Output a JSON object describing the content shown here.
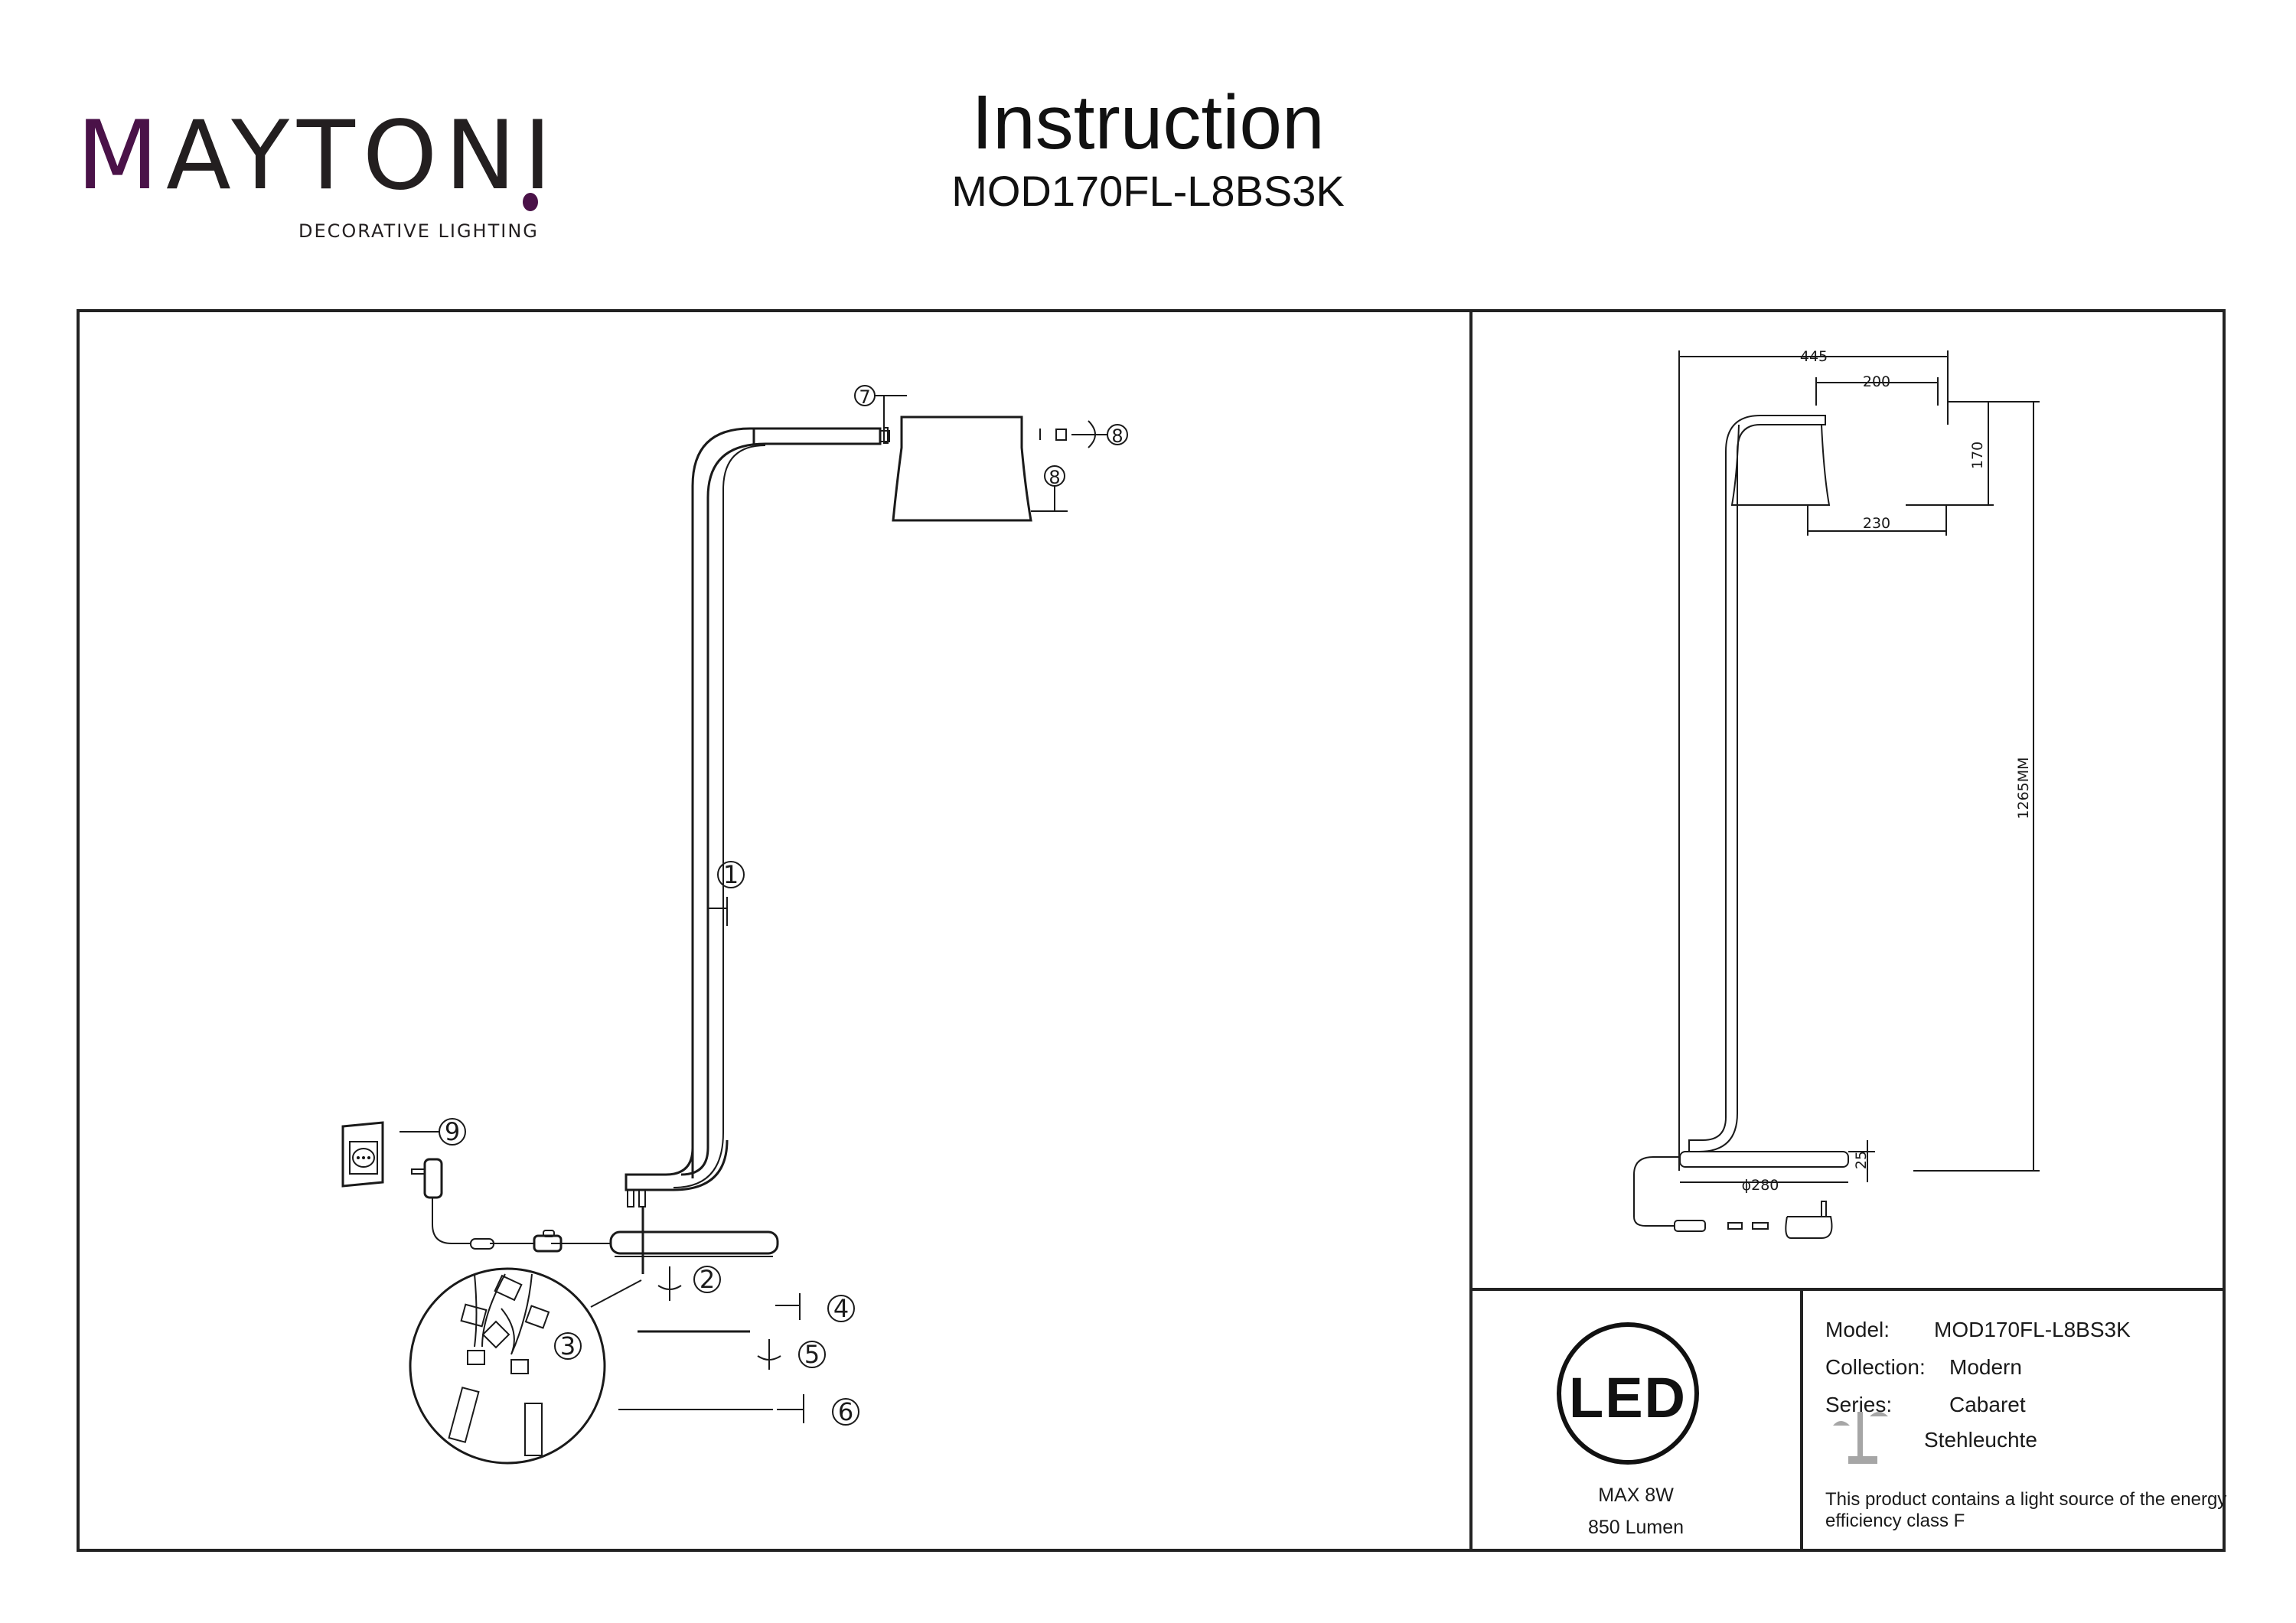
{
  "brand": {
    "logo_text_prefix": "M",
    "logo_text_rest": "AYTONI",
    "tagline": "DECORATIVE LIGHTING",
    "accent_color": "#4a1248"
  },
  "header": {
    "title": "Instruction",
    "model_code": "MOD170FL-L8BS3K"
  },
  "assembly_diagram": {
    "steps": [
      "1",
      "2",
      "3",
      "4",
      "5",
      "6",
      "7",
      "8",
      "8",
      "9"
    ],
    "polarity_marks": [
      "-",
      "-",
      "+",
      "+"
    ]
  },
  "dimensions": {
    "overall_width": "445",
    "shade_top_width": "200",
    "shade_height": "170",
    "shade_bottom_width": "230",
    "overall_height": "1265MM",
    "base_diameter": "ϕ280",
    "base_height": "25"
  },
  "led_badge": {
    "label": "LED",
    "max_power": "MAX 8W",
    "lumen": "850 Lumen"
  },
  "spec": {
    "model_label": "Model:",
    "model_value": "MOD170FL-L8BS3K",
    "collection_label": "Collection:",
    "collection_value": "Modern",
    "series_label": "Series:",
    "series_value": "Cabaret",
    "type_value": "Stehleuchte",
    "type_icon": "floor-lamp-icon",
    "energy_note": "This product contains a light source of the energy efficiency class F"
  }
}
